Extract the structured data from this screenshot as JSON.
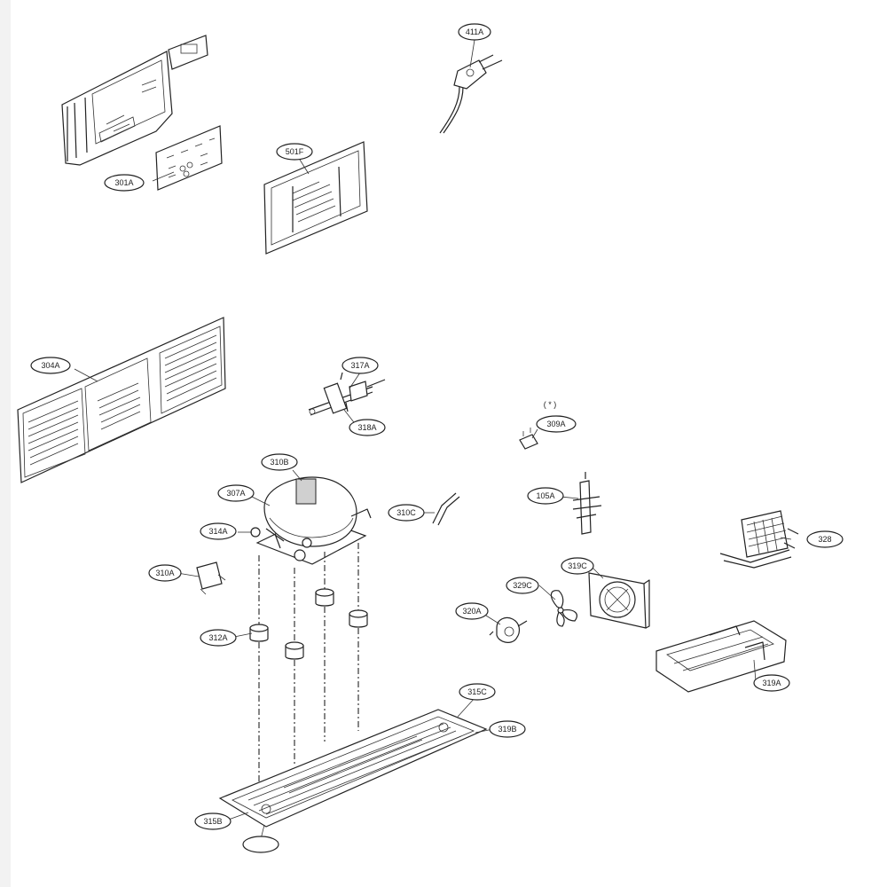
{
  "diagram": {
    "note": "( * )",
    "callouts": {
      "c_411a": "411A",
      "c_301a": "301A",
      "c_501f": "501F",
      "c_304a": "304A",
      "c_317a": "317A",
      "c_318a": "318A",
      "c_309a": "309A",
      "c_310b": "310B",
      "c_307a": "307A",
      "c_314a": "314A",
      "c_310c": "310C",
      "c_105a": "105A",
      "c_328": "328",
      "c_310a": "310A",
      "c_329c": "329C",
      "c_319c": "319C",
      "c_320a": "320A",
      "c_312a": "312A",
      "c_319a": "319A",
      "c_315c": "315C",
      "c_319b": "319B",
      "c_315b": "315B",
      "c_blank": ""
    }
  }
}
